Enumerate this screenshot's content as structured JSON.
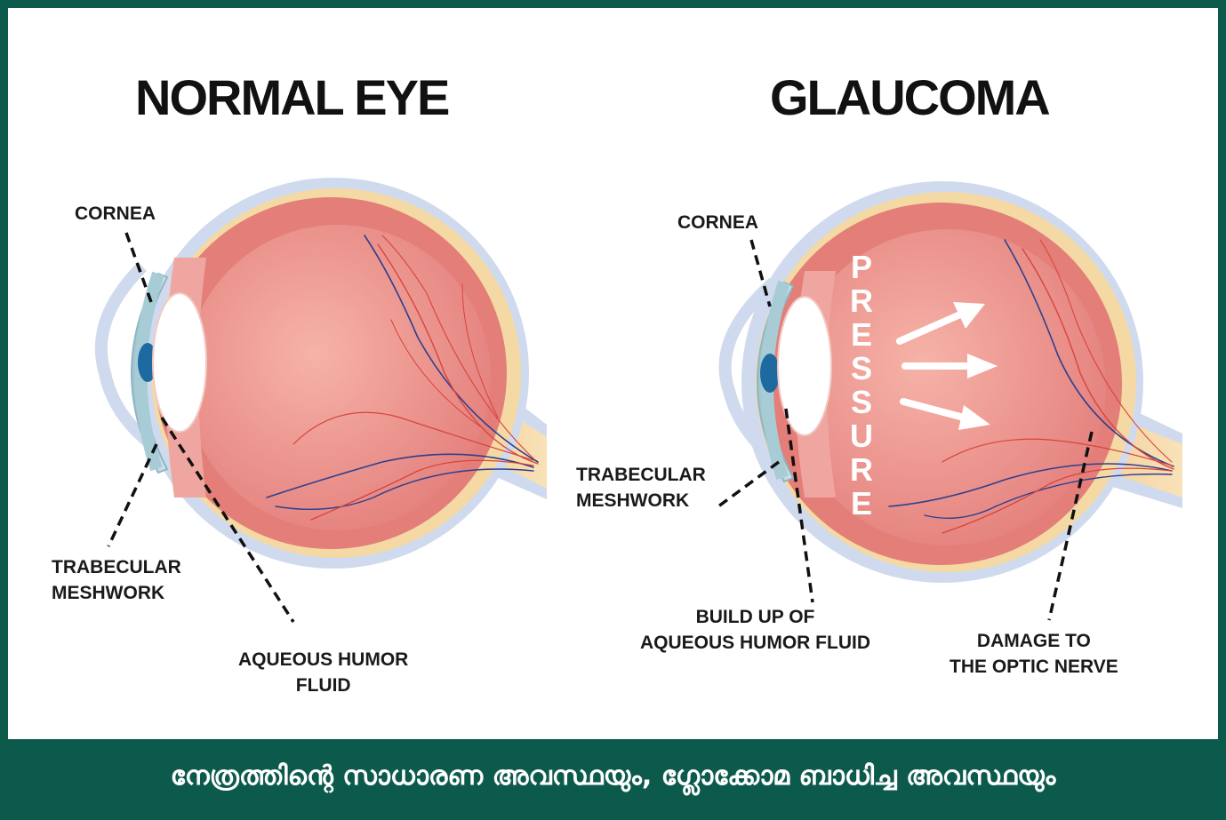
{
  "normal": {
    "title": "NORMAL EYE",
    "labels": {
      "cornea": "CORNEA",
      "trabecular": "TRABECULAR\nMESHWORK",
      "aqueous": "AQUEOUS HUMOR\nFLUID"
    }
  },
  "glaucoma": {
    "title": "GLAUCOMA",
    "pressure": "PRESSURE",
    "labels": {
      "cornea": "CORNEA",
      "trabecular": "TRABECULAR\nMESHWORK",
      "buildup": "BUILD UP OF\nAQUEOUS HUMOR FLUID",
      "damage": "DAMAGE TO\nTHE OPTIC NERVE"
    }
  },
  "footer": {
    "caption": "നേത്രത്തിന്റെ സാധാരണ അവസ്ഥയും, ഗ്ലോക്കോമ ബാധിച്ച അവസ്ഥയും"
  },
  "colors": {
    "frame": "#0c5a4c",
    "sclera": "#cfdaee",
    "vitreous": "#ea8a86",
    "fat": "#f5d9a4",
    "vessel_red": "#d8443a",
    "vessel_blue": "#2f3f8c",
    "iris": "#1c6aa0"
  }
}
